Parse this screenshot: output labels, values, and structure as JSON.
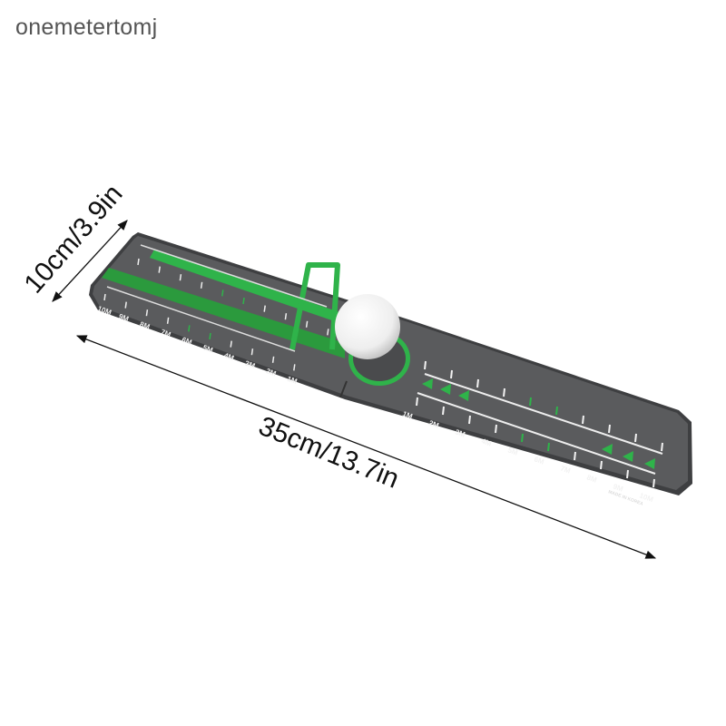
{
  "watermark": "onemetertomj",
  "dimensions": {
    "width_label": "10cm/3.9in",
    "length_label": "35cm/13.7in"
  },
  "product": {
    "left_scale": [
      "10M",
      "9M",
      "8M",
      "7M",
      "6M",
      "5M",
      "4M",
      "3M",
      "2M",
      "1M"
    ],
    "right_scale": [
      "1M",
      "2M",
      "3M",
      "4M",
      "5M",
      "6M",
      "7M",
      "8M",
      "9M",
      "10M"
    ],
    "origin_text": "MADE IN KOREA",
    "colors": {
      "board": "#5a5b5d",
      "accent": "#2fb34a",
      "ball": "#f4f4f4"
    }
  }
}
